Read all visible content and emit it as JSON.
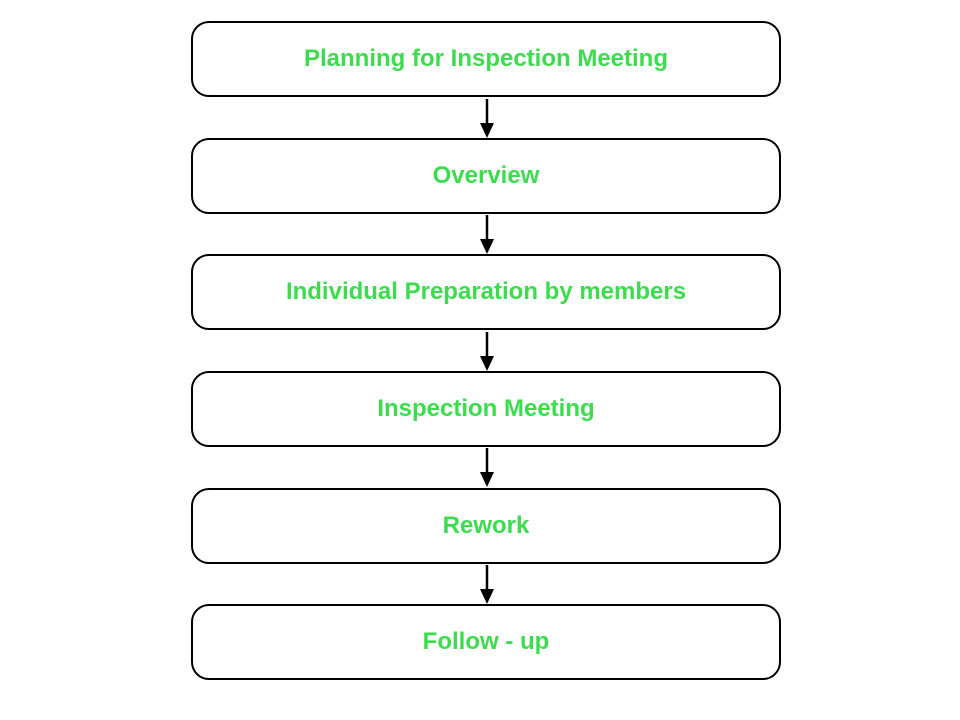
{
  "colors": {
    "label_text": "#3ddc4f",
    "border": "#000000",
    "background": "#ffffff",
    "arrow": "#000000"
  },
  "flowchart": {
    "steps": [
      {
        "label": "Planning for Inspection Meeting"
      },
      {
        "label": "Overview"
      },
      {
        "label": "Individual Preparation by members"
      },
      {
        "label": "Inspection Meeting"
      },
      {
        "label": "Rework"
      },
      {
        "label": "Follow - up"
      }
    ]
  }
}
